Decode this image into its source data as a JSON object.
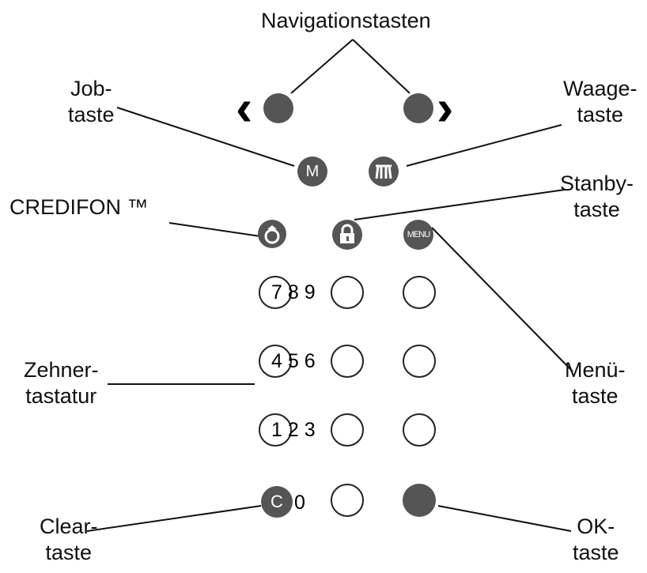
{
  "labels": {
    "navigation": "Navigationstasten",
    "job": [
      "Job-",
      "taste"
    ],
    "waage": [
      "Waage-",
      "taste"
    ],
    "credifon": "CREDIFON ™",
    "standby": [
      "Stanby-",
      "taste"
    ],
    "zehner": [
      "Zehner-",
      "tastatur"
    ],
    "menu": [
      "Menü-",
      "taste"
    ],
    "clear": [
      "Clear-",
      "taste"
    ],
    "ok": [
      "OK-",
      "taste"
    ]
  },
  "keys": {
    "m_label": "M",
    "menu_label": "MENU",
    "row1": "7 8 9",
    "row2": "4 5 6",
    "row3": "1 2 3",
    "clear_label": "C",
    "zero": "0"
  },
  "icons": {
    "left_nav": "chevron-left-icon",
    "right_nav": "chevron-right-icon",
    "waage": "scale-icon",
    "credifon": "ring-icon",
    "standby": "lock-icon"
  },
  "colors": {
    "key_fill": "#555555",
    "line": "#111111"
  }
}
